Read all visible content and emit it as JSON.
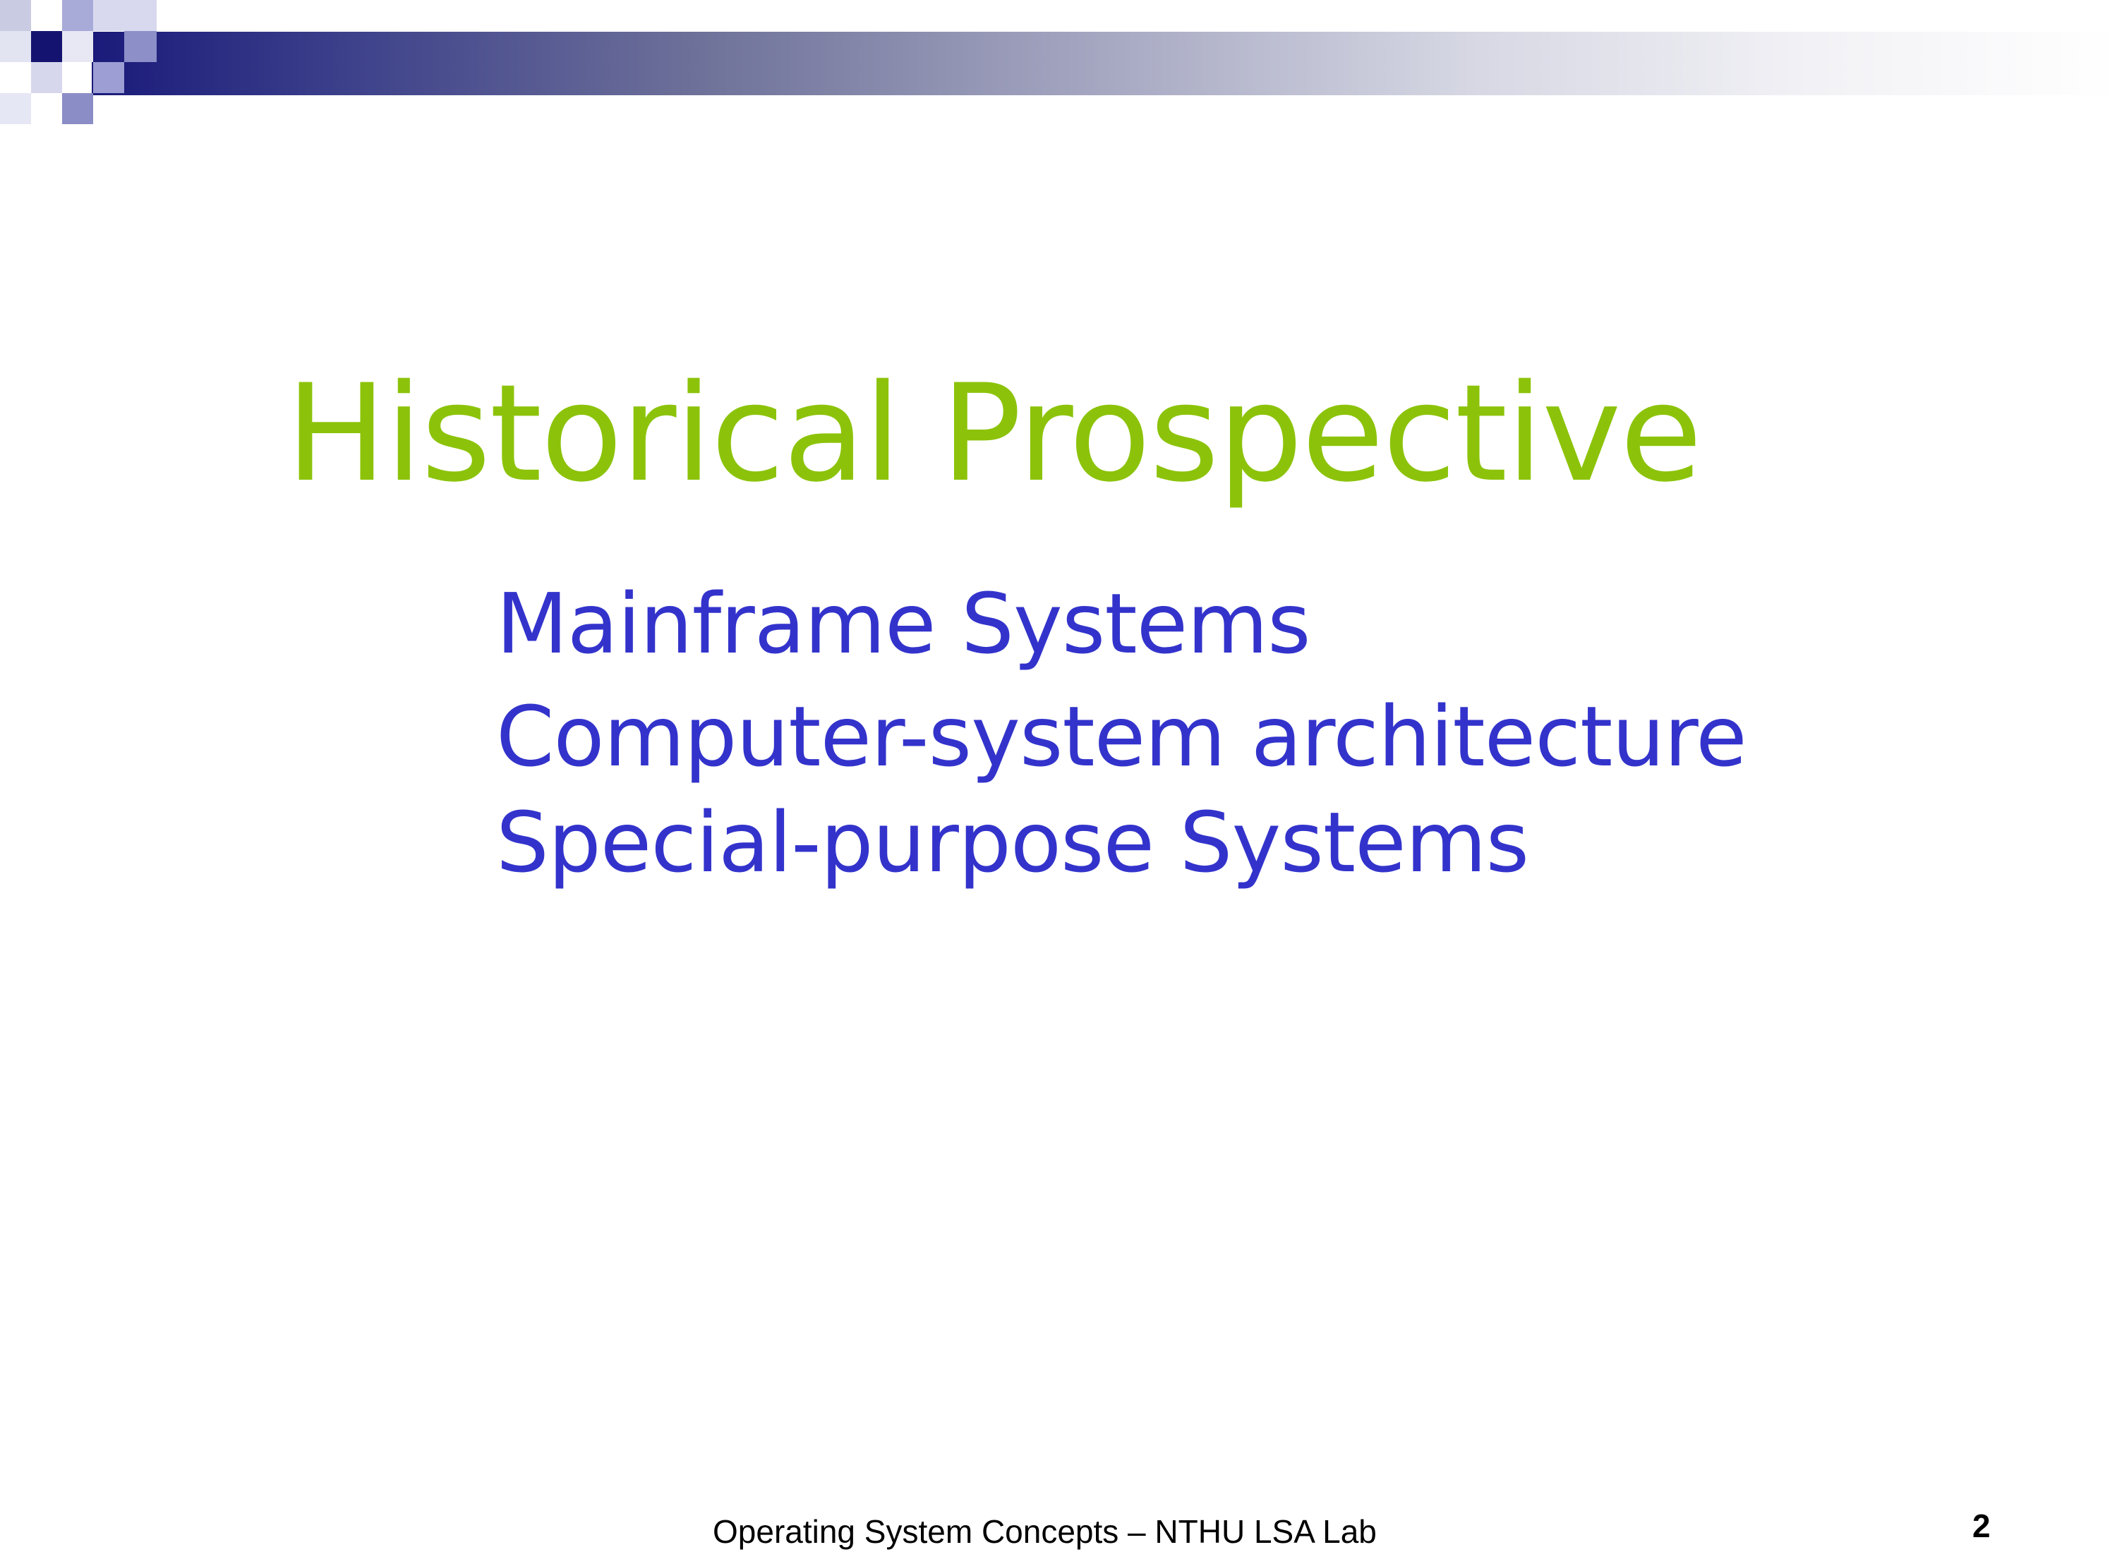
{
  "slide": {
    "title": "Historical Prospective",
    "bullets": [
      "Mainframe Systems",
      "Computer-system architecture",
      "Special-purpose Systems"
    ]
  },
  "footer": {
    "text": "Operating System Concepts – NTHU LSA Lab",
    "page_number": "2"
  },
  "colors": {
    "title": "#8cc30a",
    "bullets": "#3333cc",
    "header_dark": "#1a1a7a",
    "header_light": "#a6a8c2"
  }
}
